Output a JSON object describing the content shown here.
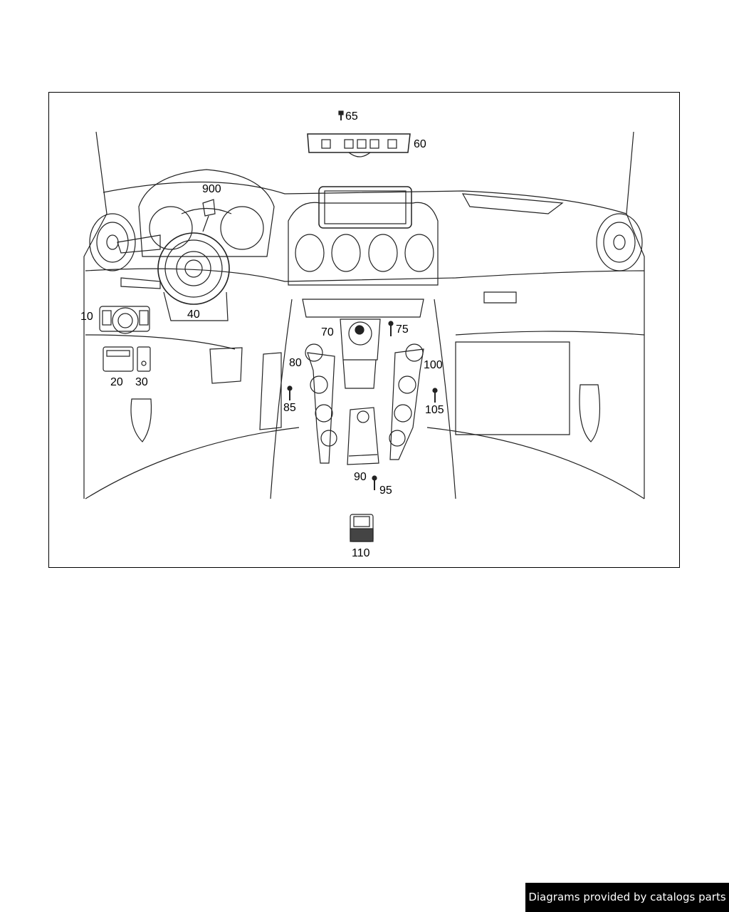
{
  "diagram": {
    "callouts": {
      "c10": "10",
      "c20": "20",
      "c30": "30",
      "c40": "40",
      "c60": "60",
      "c65": "65",
      "c70": "70",
      "c75": "75",
      "c80": "80",
      "c85": "85",
      "c90": "90",
      "c95": "95",
      "c100": "100",
      "c105": "105",
      "c110": "110",
      "c900": "900"
    }
  },
  "footer": {
    "credit": "Diagrams provided by catalogs parts"
  }
}
